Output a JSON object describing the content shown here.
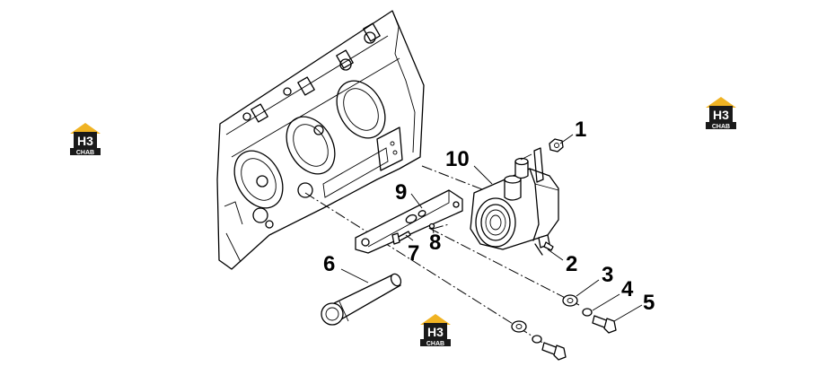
{
  "callouts": [
    {
      "id": "1",
      "text": "1"
    },
    {
      "id": "2",
      "text": "2"
    },
    {
      "id": "3",
      "text": "3"
    },
    {
      "id": "4",
      "text": "4"
    },
    {
      "id": "5",
      "text": "5"
    },
    {
      "id": "6",
      "text": "6"
    },
    {
      "id": "7",
      "text": "7"
    },
    {
      "id": "8",
      "text": "8"
    },
    {
      "id": "9",
      "text": "9"
    },
    {
      "id": "10",
      "text": "10"
    }
  ],
  "watermark": {
    "mark": "H3",
    "sub": "CHAB",
    "colors": {
      "roof": "#f0b323",
      "box": "#1a1a1a",
      "text": "#ffffff"
    }
  }
}
